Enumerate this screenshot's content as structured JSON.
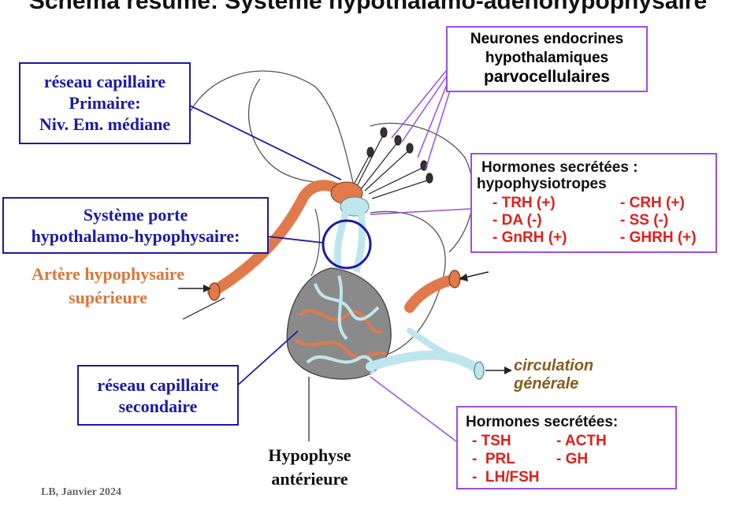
{
  "title": "Schéma résumé: Système hypothalamo-adénohypophysaire",
  "labels": {
    "neurones": [
      "Neurones endocrines",
      "hypothalamiques",
      "parvocellulaires"
    ],
    "primaire": [
      "réseau capillaire",
      "Primaire:",
      "Niv. Em. médiane"
    ],
    "porte": [
      "Système porte",
      "hypothalamo-hypophysaire:"
    ],
    "artere": [
      "Artère hypophysaire",
      "supérieure"
    ],
    "secondaire": [
      "réseau capillaire",
      "secondaire"
    ],
    "hypophyse": [
      "Hypophyse",
      "antérieure"
    ],
    "circulation": [
      "circulation",
      "générale"
    ],
    "credit": "LB, Janvier 2024"
  },
  "hormones_hypo": {
    "heading": [
      "Hormones secrétées :",
      "hypophysiotropes"
    ],
    "items": [
      "- TRH (+)",
      "- CRH (+)",
      "- DA (-)",
      "- SS (-)",
      "- GnRH (+)",
      "- GHRH (+)"
    ]
  },
  "hormones_adeno": {
    "heading": "Hormones secrétées:",
    "items": [
      "- TSH",
      "- ACTH",
      "-  PRL",
      "- GH",
      "-  LH/FSH"
    ]
  },
  "colors": {
    "blue_box": "#1a1aa8",
    "purple_box": "#9b4fe0",
    "red_text": "#e0201c",
    "artery_label": "#d9773a",
    "circulation_label": "#8a5a1e",
    "artery_vessel": "#e07a4c",
    "portal_vessel": "#bfe6ec",
    "gland_fill": "#8a8a8a"
  }
}
